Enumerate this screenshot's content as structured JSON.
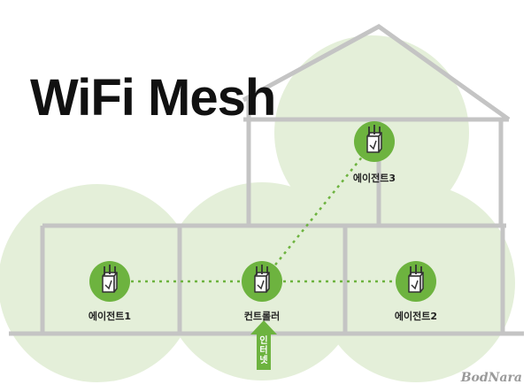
{
  "title": "WiFi Mesh",
  "nodes": {
    "agent1": "에이전트1",
    "controller": "컨트롤러",
    "agent2": "에이전트2",
    "agent3": "에이전트3"
  },
  "internet_label": "인터넷",
  "watermark": "BodNara",
  "colors": {
    "coverage": "#e4efd9",
    "node_fill": "#6db33f",
    "link": "#6db33f",
    "house_outline": "#c4c4c4",
    "arrow": "#6db33f"
  },
  "icons": [
    "router-icon"
  ]
}
